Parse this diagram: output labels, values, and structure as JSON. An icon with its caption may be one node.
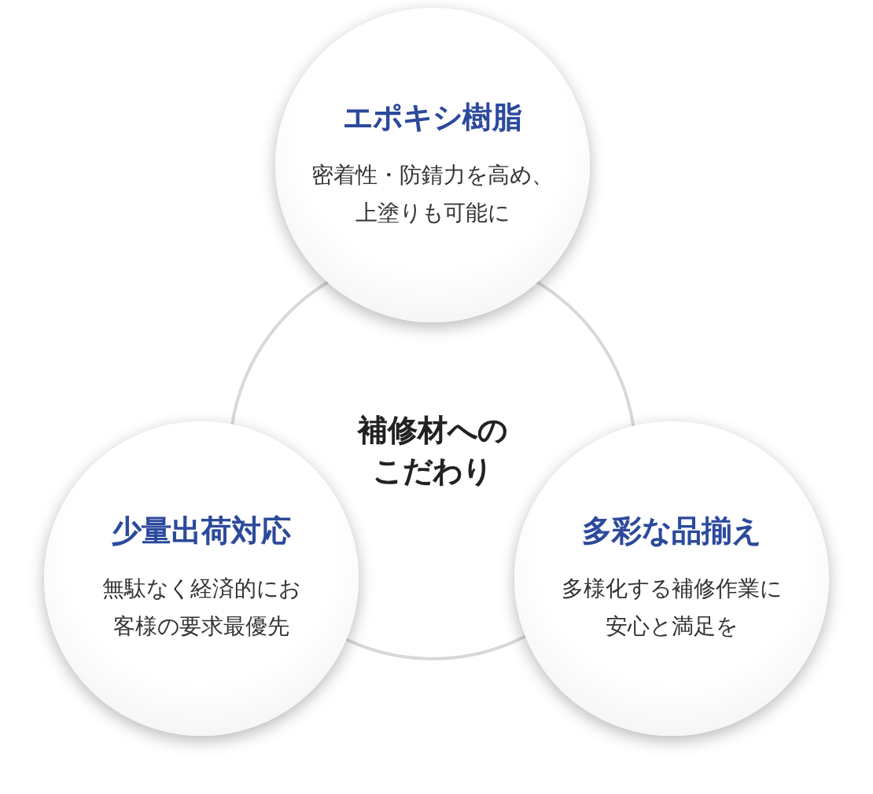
{
  "diagram": {
    "nodes": [
      {
        "text": [
          "エポキシ樹脂",
          "密着性・防錆力を高め、上塗りも可能に"
        ]
      },
      {
        "text": [
          "補修材へのこだわり"
        ]
      },
      {
        "text": [
          "少量出荷対応",
          "無駄なく経済的にお客様の要求最優先"
        ]
      },
      {
        "text": [
          "多彩な品揃え",
          "多様化する補修作業に安心と満足を"
        ]
      }
    ]
  }
}
